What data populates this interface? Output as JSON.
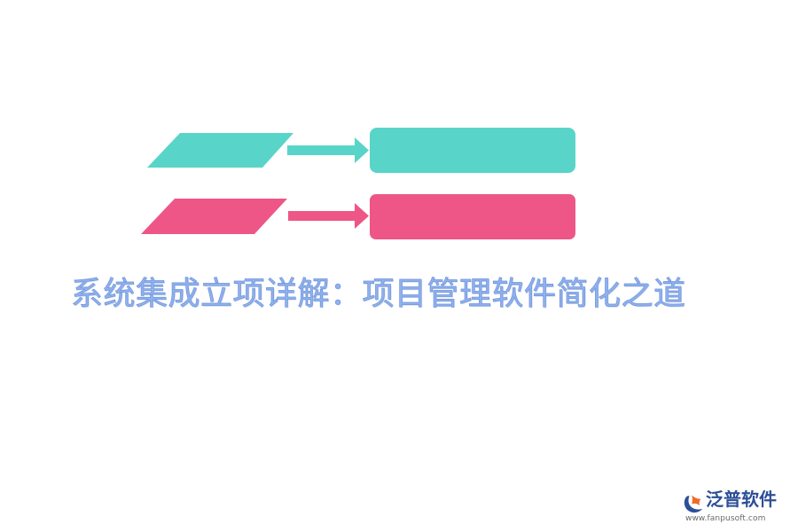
{
  "title": "系统集成立项详解：项目管理软件简化之道",
  "diagram": {
    "rows": [
      {
        "color": "#58d5c8",
        "parallelogram": "teal-parallelogram",
        "arrow": "right-arrow",
        "box": "rounded-rectangle"
      },
      {
        "color": "#ee5688",
        "parallelogram": "pink-parallelogram",
        "arrow": "right-arrow",
        "box": "rounded-rectangle"
      }
    ]
  },
  "logo": {
    "name": "泛普软件",
    "url": "www.fanpusoft.com",
    "icon": "fanpu-logo-icon",
    "colors": {
      "text": "#2d4f98",
      "accent": "#ee6b2b"
    }
  },
  "colors": {
    "background": "#ffffff",
    "title": "#8fb1ee"
  }
}
